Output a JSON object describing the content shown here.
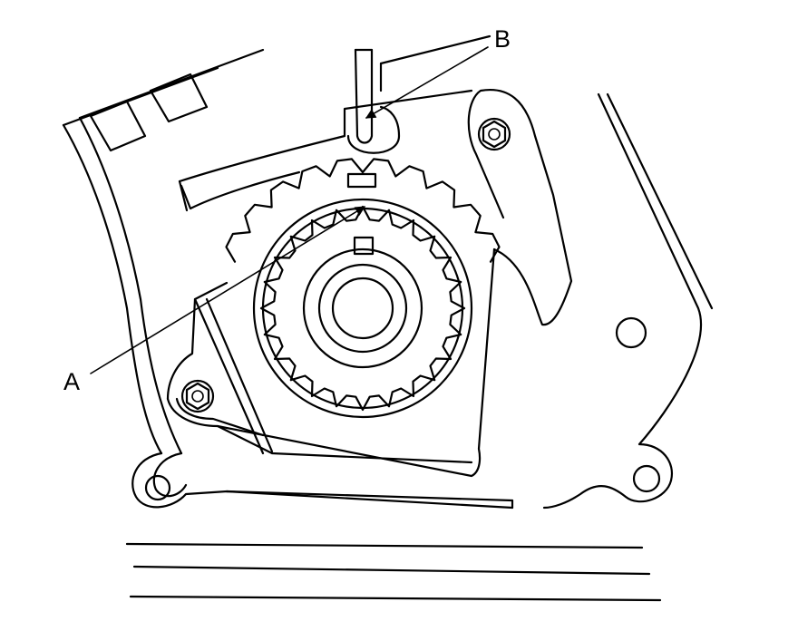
{
  "diagram": {
    "callouts": [
      {
        "id": "A",
        "label": "A"
      },
      {
        "id": "B",
        "label": "B"
      }
    ],
    "colors": {
      "ink": "#000000",
      "paper": "#ffffff"
    }
  }
}
